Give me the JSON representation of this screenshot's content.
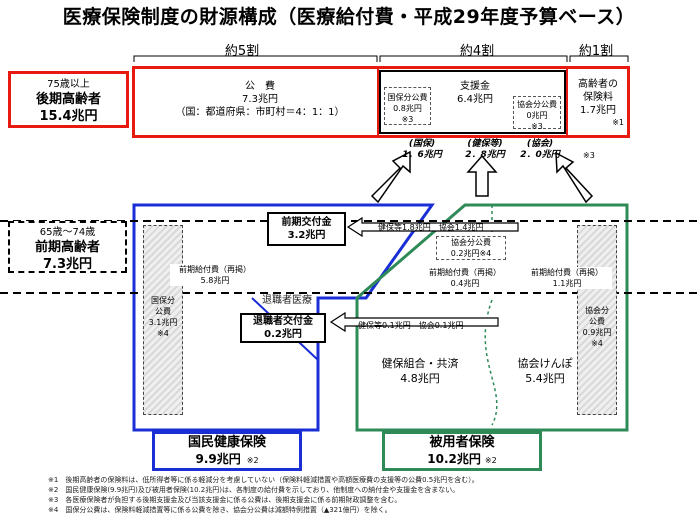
{
  "title": "医療保険制度の財源構成（医療給付費・平成29年度予算ベース）",
  "shares": {
    "left": "約5割",
    "mid": "約4割",
    "right": "約1割"
  },
  "elderly": {
    "age": "75歳以上",
    "name": "後期高齢者",
    "amount": "15.4兆円"
  },
  "public": {
    "label": "公　費",
    "amount": "7.3兆円",
    "ratio": "（国：都道府県：市町村＝4：1：1）"
  },
  "support": {
    "label": "支援金",
    "amount": "6.4兆円"
  },
  "nhi_public": {
    "label": "国保分公費",
    "amount": "0.8兆円",
    "note": "※3"
  },
  "kyokai_public_top": {
    "label": "協会分公費",
    "amount": "0兆円",
    "note": "※3"
  },
  "premium": {
    "label1": "高齢者の",
    "label2": "保険料",
    "amount": "1.7兆円",
    "note": "※1"
  },
  "contrib": [
    {
      "who": "(国保)",
      "amt": "1．6兆円"
    },
    {
      "who": "(健保等)",
      "amt": "2．8兆円"
    },
    {
      "who": "(協会)",
      "amt": "2．0兆円"
    }
  ],
  "contrib_note": "※3",
  "early": {
    "age": "65歳～74歳",
    "name": "前期高齢者",
    "amount": "7.3兆円"
  },
  "early_grant": {
    "label": "前期交付金",
    "amount": "3.2兆円"
  },
  "early_arrow": "健保等1.8兆円　協会1.4兆円",
  "kyokai_public_mid": {
    "label": "協会分公費",
    "amount": "0.2兆円※4"
  },
  "benefit_nhi": {
    "label": "前期給付費（再掲）",
    "amount": "5.8兆円"
  },
  "benefit_kenpo": {
    "label": "前期給付費（再掲）",
    "amount": "0.4兆円"
  },
  "benefit_kyokai": {
    "label": "前期給付費（再掲）",
    "amount": "1.1兆円"
  },
  "retired": "退職者医療",
  "retired_grant": {
    "label": "退職者交付金",
    "amount": "0.2兆円"
  },
  "retired_arrow": "健保等0.1兆円　協会0.1兆円",
  "nhi_public_side": {
    "label1": "国保分",
    "label2": "公費",
    "amount": "3.1兆円",
    "note": "※4"
  },
  "kyokai_public_side": {
    "label1": "協会分",
    "label2": "公費",
    "amount": "0.9兆円",
    "note": "※4"
  },
  "kenpo": {
    "label": "健保組合・共済",
    "amount": "4.8兆円"
  },
  "kyokai": {
    "label": "協会けんぽ",
    "amount": "5.4兆円"
  },
  "nhi_total": {
    "label": "国民健康保険",
    "amount": "9.9兆円",
    "note": "※2"
  },
  "employee_total": {
    "label": "被用者保険",
    "amount": "10.2兆円",
    "note": "※2"
  },
  "notes": [
    "※1　後期高齢者の保険料は、低所得者等に係る軽減分を考慮していない（保険料軽減措置や高額医療費の支援等の公費0.5兆円を含む）。",
    "※2　国民健康保険(9.9兆円)及び被用者保険(10.2兆円)は、各制度の給付費を示しており、他制度への納付金や支援金を含まない。",
    "※3　各医療保険者が負担する後期支援金及び当該支援金に係る公費は、後期支援金に係る前期財政調整を含む。",
    "※4　国保分公費は、保険料軽減措置等に係る公費を除き、協会分公費は減額特例措置（▲321億円）を除く。"
  ],
  "colors": {
    "red": "#e8190e",
    "blue": "#1a2ed6",
    "green": "#2e8b57"
  }
}
